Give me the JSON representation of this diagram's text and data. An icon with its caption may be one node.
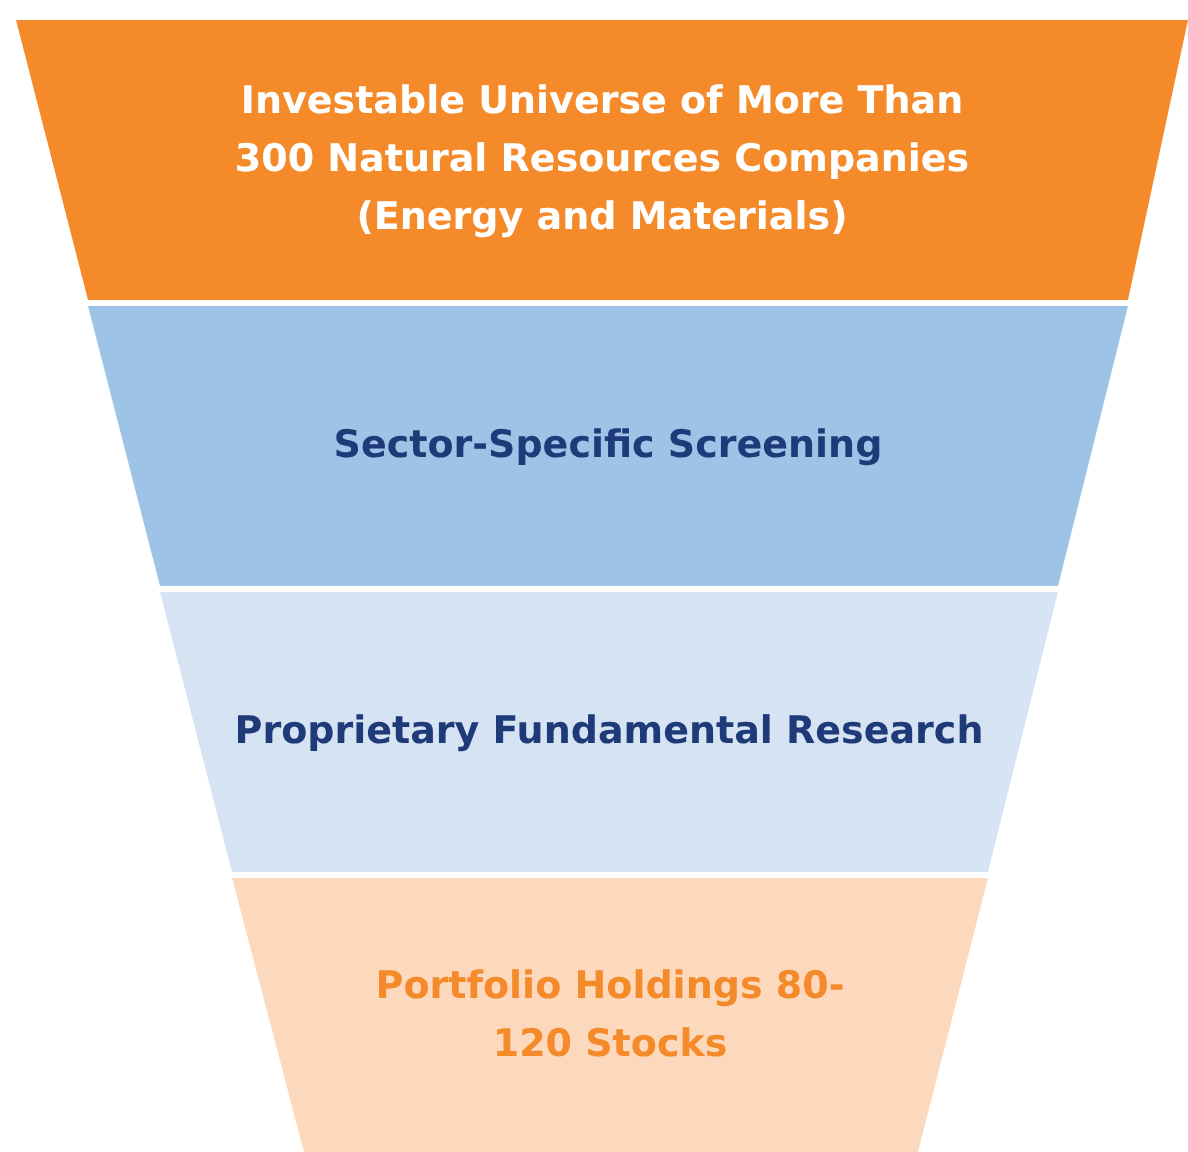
{
  "diagram": {
    "nodes": [
      {
        "text": [
          "Investable Universe of More Than 300 Natural Resources Companies (Energy and Materials)"
        ]
      },
      {
        "text": [
          "Sector-Specific Screening"
        ]
      },
      {
        "text": [
          "Proprietary Fundamental Research"
        ]
      },
      {
        "text": [
          "Portfolio Holdings 80-120 Stocks"
        ]
      }
    ]
  }
}
